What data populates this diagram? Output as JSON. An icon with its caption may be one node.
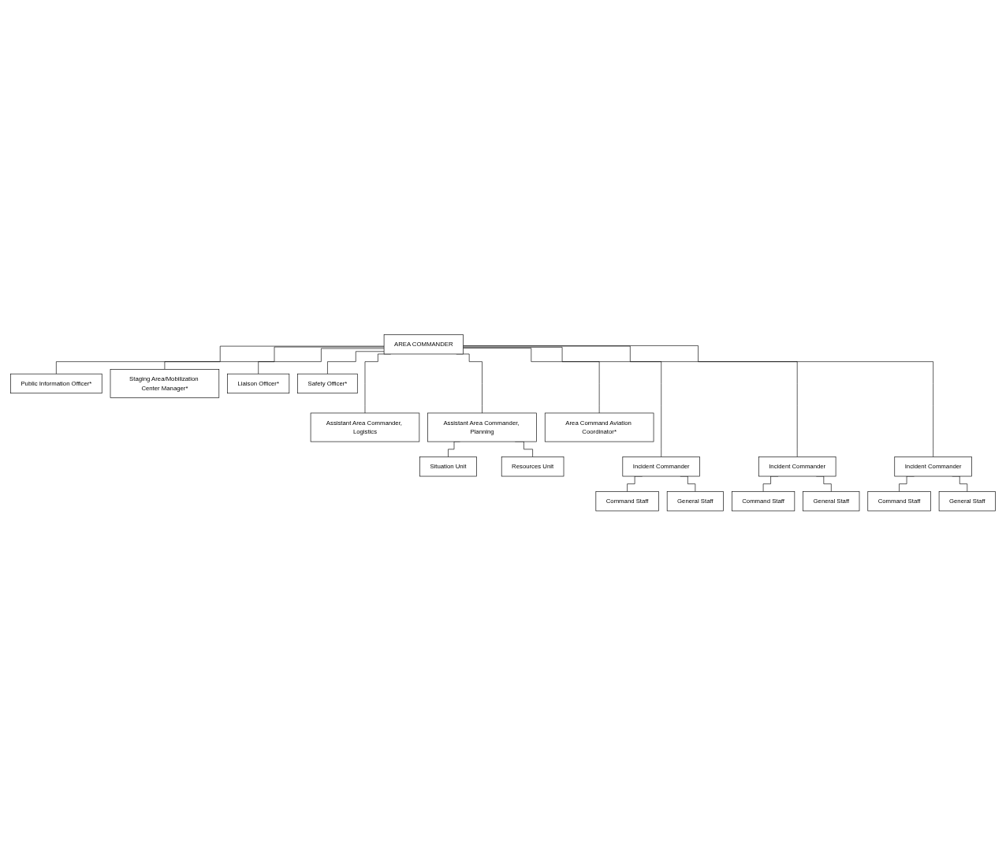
{
  "diagram": {
    "nodes": [
      {
        "text": [
          "AREA COMMANDER"
        ]
      },
      {
        "text": [
          "Public Information Officer*"
        ]
      },
      {
        "text": [
          "Staging Area/Mobilization Center Manager*"
        ]
      },
      {
        "text": [
          "Liaison Officer*"
        ]
      },
      {
        "text": [
          "Safety Officer*"
        ]
      },
      {
        "text": [
          "Assistant Area Commander, Logistics"
        ]
      },
      {
        "text": [
          "Assistant Area Commander, Planning"
        ]
      },
      {
        "text": [
          "Situation Unit"
        ]
      },
      {
        "text": [
          "Resources Unit"
        ]
      },
      {
        "text": [
          "Area Command Aviation Coordinator*"
        ]
      },
      {
        "text": [
          "Incident Commander"
        ]
      },
      {
        "text": [
          "Incident Commander"
        ]
      },
      {
        "text": [
          "Incident Commander"
        ]
      },
      {
        "text": [
          "Command Staff"
        ]
      },
      {
        "text": [
          "General Staff"
        ]
      },
      {
        "text": [
          "Command Staff"
        ]
      },
      {
        "text": [
          "General Staff"
        ]
      },
      {
        "text": [
          "Command Staff"
        ]
      },
      {
        "text": [
          "General Staff"
        ]
      }
    ],
    "edges": [
      {
        "from": 0,
        "to": 1,
        "arrow": "none"
      },
      {
        "from": 0,
        "to": 2,
        "arrow": "none"
      },
      {
        "from": 0,
        "to": 3,
        "arrow": "none"
      },
      {
        "from": 0,
        "to": 4,
        "arrow": "none"
      },
      {
        "from": 0,
        "to": 5,
        "arrow": "none"
      },
      {
        "from": 0,
        "to": 6,
        "arrow": "none"
      },
      {
        "from": 6,
        "to": 7,
        "arrow": "none"
      },
      {
        "from": 6,
        "to": 8,
        "arrow": "none"
      },
      {
        "from": 0,
        "to": 9,
        "arrow": "none"
      },
      {
        "from": 0,
        "to": 10,
        "arrow": "none"
      },
      {
        "from": 0,
        "to": 11,
        "arrow": "none"
      },
      {
        "from": 0,
        "to": 12,
        "arrow": "none"
      },
      {
        "from": 10,
        "to": 13,
        "arrow": "none"
      },
      {
        "from": 10,
        "to": 14,
        "arrow": "none"
      },
      {
        "from": 11,
        "to": 15,
        "arrow": "none"
      },
      {
        "from": 11,
        "to": 16,
        "arrow": "none"
      },
      {
        "from": 12,
        "to": 17,
        "arrow": "none"
      },
      {
        "from": 12,
        "to": 18,
        "arrow": "none"
      }
    ]
  }
}
